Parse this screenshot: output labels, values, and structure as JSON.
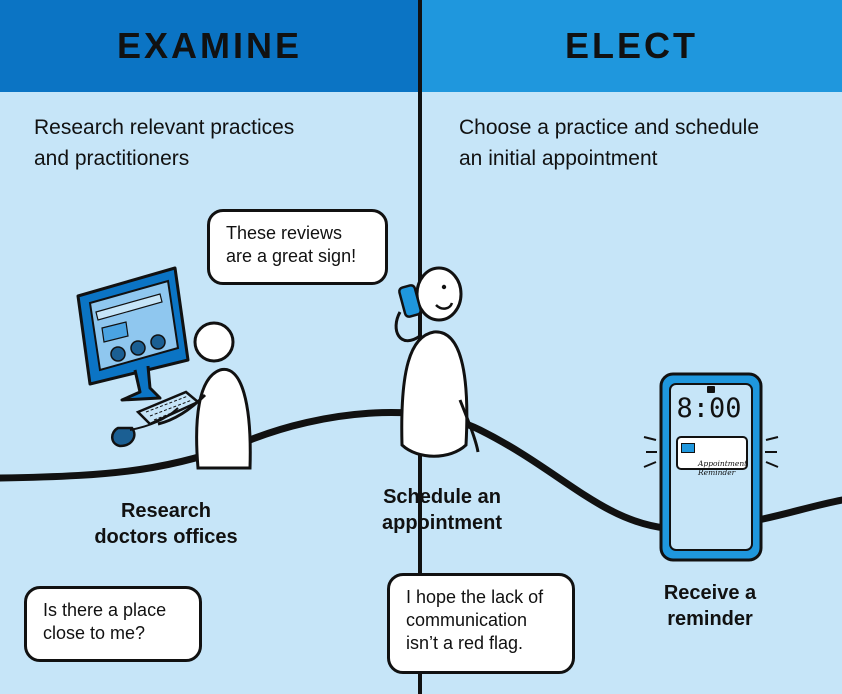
{
  "examine": {
    "title": "EXAMINE",
    "description": "Research relevant practices\nand practitioners",
    "bubble_reviews": "These reviews\nare a great sign!",
    "label_research": "Research\ndoctors offices",
    "bubble_close": "Is there a place\nclose to me?"
  },
  "elect": {
    "title": "ELECT",
    "description": "Choose a practice and schedule\nan initial appointment",
    "label_schedule": "Schedule an\nappointment",
    "bubble_communication": "I hope the lack of\ncommunication\nisn’t a red flag.",
    "label_reminder": "Receive a\nreminder",
    "phone_time": "8:00",
    "notification_text": "Appointment\nReminder"
  },
  "colors": {
    "examine_header": "#0b74c4",
    "elect_header": "#1f97dd",
    "background": "#c6e5f8",
    "ink": "#111111"
  }
}
